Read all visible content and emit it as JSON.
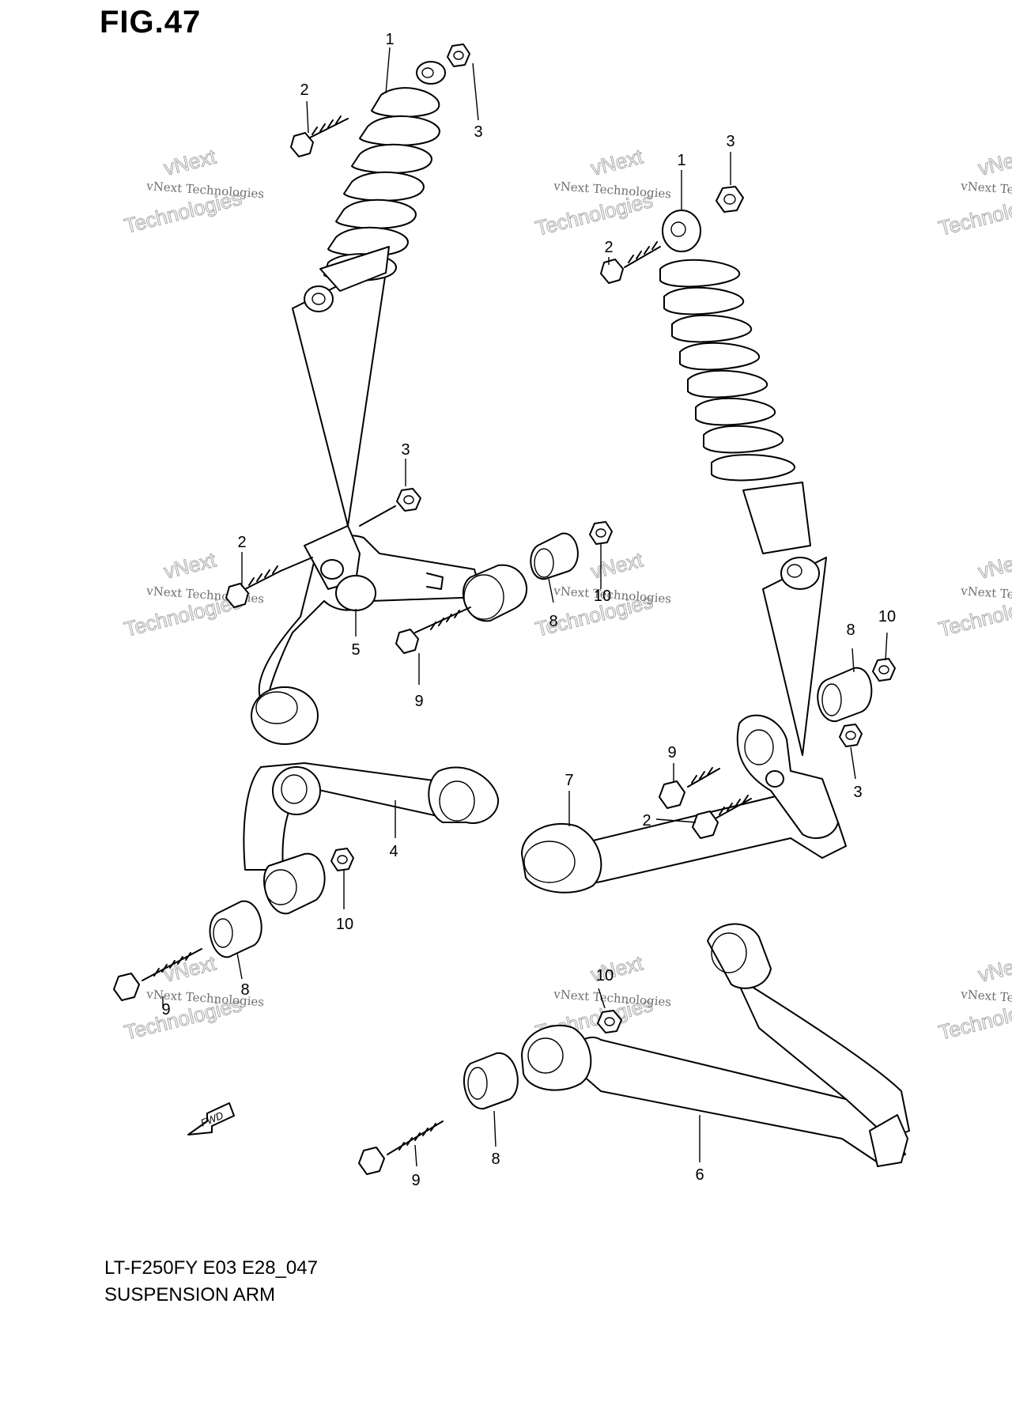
{
  "figure": {
    "title": "FIG.47",
    "caption_line1": "LT-F250FY E03 E28_047",
    "caption_line2": "SUSPENSION ARM"
  },
  "watermark": {
    "line1": "vNext Technologies",
    "line2": "vNext",
    "line3": "Technologies"
  },
  "direction_label": "FWD",
  "callouts": [
    {
      "id": "c1a",
      "text": "1"
    },
    {
      "id": "c2a",
      "text": "2"
    },
    {
      "id": "c3a",
      "text": "3"
    },
    {
      "id": "c1b",
      "text": "1"
    },
    {
      "id": "c3b",
      "text": "3"
    },
    {
      "id": "c2b",
      "text": "2"
    },
    {
      "id": "c3c",
      "text": "3"
    },
    {
      "id": "c2c",
      "text": "2"
    },
    {
      "id": "c5",
      "text": "5"
    },
    {
      "id": "c10a",
      "text": "10"
    },
    {
      "id": "c8a",
      "text": "8"
    },
    {
      "id": "c9a",
      "text": "9"
    },
    {
      "id": "c8b",
      "text": "8"
    },
    {
      "id": "c10b",
      "text": "10"
    },
    {
      "id": "c9b",
      "text": "9"
    },
    {
      "id": "c3d",
      "text": "3"
    },
    {
      "id": "c2d",
      "text": "2"
    },
    {
      "id": "c7",
      "text": "7"
    },
    {
      "id": "c4",
      "text": "4"
    },
    {
      "id": "c10c",
      "text": "10"
    },
    {
      "id": "c8c",
      "text": "8"
    },
    {
      "id": "c9c",
      "text": "9"
    },
    {
      "id": "c10d",
      "text": "10"
    },
    {
      "id": "c8d",
      "text": "8"
    },
    {
      "id": "c9d",
      "text": "9"
    },
    {
      "id": "c6",
      "text": "6"
    }
  ]
}
